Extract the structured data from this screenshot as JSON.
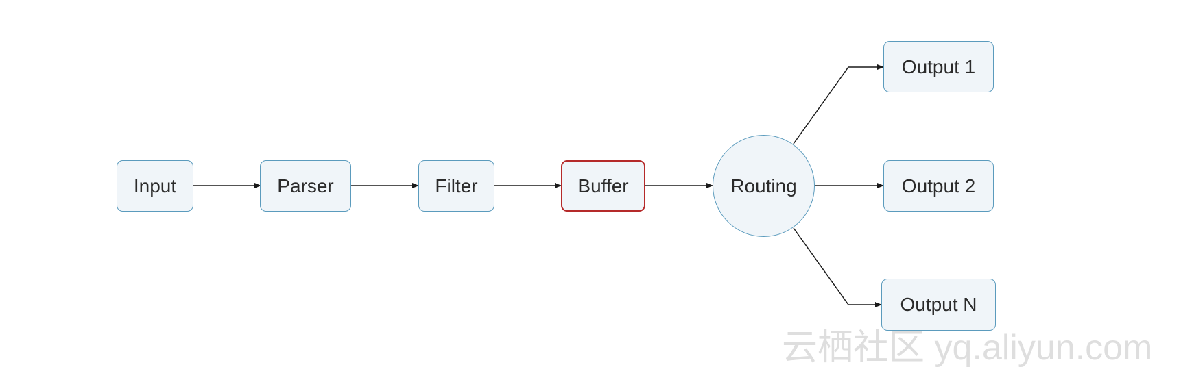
{
  "diagram": {
    "nodes": [
      {
        "id": "input",
        "label": "Input",
        "shape": "rounded-rect"
      },
      {
        "id": "parser",
        "label": "Parser",
        "shape": "rounded-rect"
      },
      {
        "id": "filter",
        "label": "Filter",
        "shape": "rounded-rect"
      },
      {
        "id": "buffer",
        "label": "Buffer",
        "shape": "rounded-rect",
        "highlighted": true
      },
      {
        "id": "routing",
        "label": "Routing",
        "shape": "circle"
      },
      {
        "id": "output1",
        "label": "Output 1",
        "shape": "rounded-rect"
      },
      {
        "id": "output2",
        "label": "Output 2",
        "shape": "rounded-rect"
      },
      {
        "id": "outputN",
        "label": "Output N",
        "shape": "rounded-rect"
      }
    ],
    "edges": [
      {
        "from": "input",
        "to": "parser"
      },
      {
        "from": "parser",
        "to": "filter"
      },
      {
        "from": "filter",
        "to": "buffer"
      },
      {
        "from": "buffer",
        "to": "routing"
      },
      {
        "from": "routing",
        "to": "output1"
      },
      {
        "from": "routing",
        "to": "output2"
      },
      {
        "from": "routing",
        "to": "outputN"
      }
    ]
  },
  "colors": {
    "node_fill": "#f0f5f9",
    "node_border": "#5b9bbd",
    "highlight_border": "#b52a2a",
    "edge": "#1a1a1a",
    "text": "#2b2b2b"
  },
  "watermark": "云栖社区 yq.aliyun.com"
}
